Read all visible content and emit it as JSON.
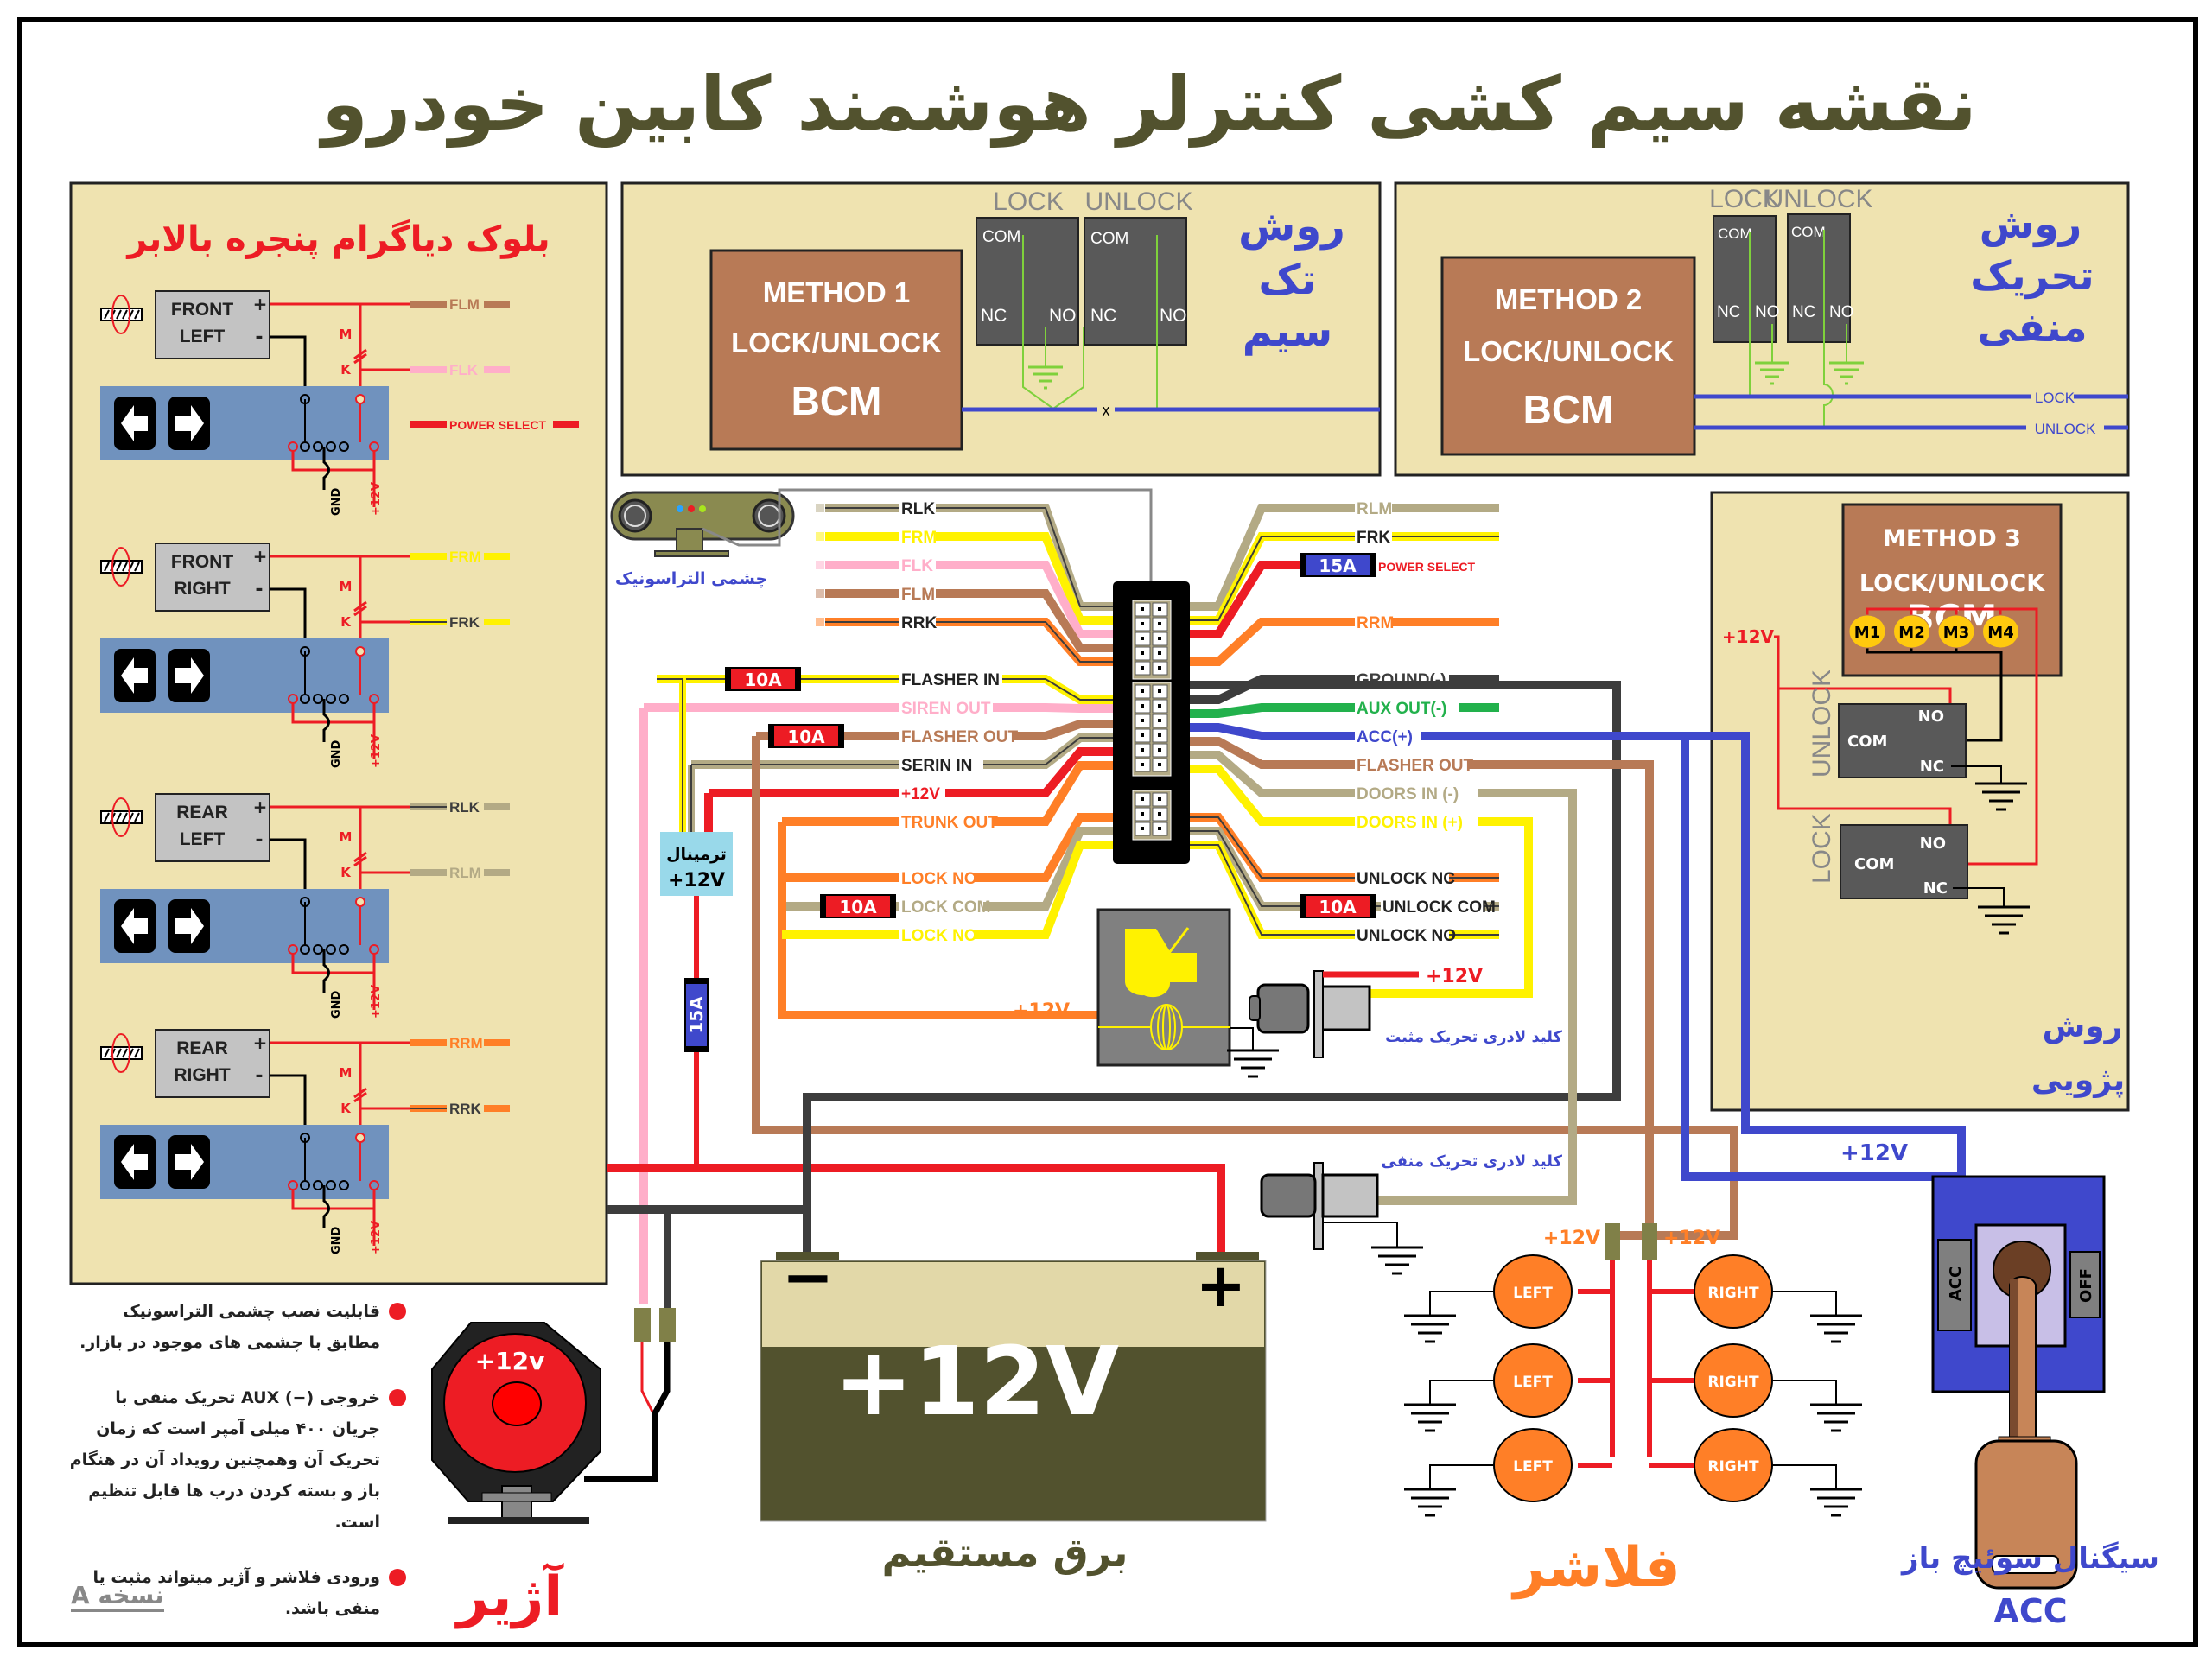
{
  "title": "نقشه سیم کشی کنترلر هوشمند کابین خودرو",
  "colors": {
    "panel_bg": "#efe3b0",
    "bcm_brown": "#b87a56",
    "relay_gray": "#595959",
    "blue_text": "#3f48cc",
    "red": "#ed1c24",
    "olive": "#52522e",
    "orange": "#ff7f27",
    "yellow": "#fff200",
    "pink": "#ffaec9",
    "tan": "#b3aa85",
    "green": "#22b14c",
    "wire_blue": "#3f48cc",
    "dark": "#3d3d3d"
  },
  "window_panel": {
    "title": "بلوک دیاگرام پنجره بالابر",
    "m_label": "M",
    "k_label": "K",
    "gnd_label": "GND",
    "v12_label": "+12V",
    "plus": "+",
    "minus": "-",
    "motors": [
      {
        "line1": "FRONT",
        "line2": "LEFT",
        "wire_a": "FLM",
        "wire_b": "FLK",
        "extra": "POWER SELECT"
      },
      {
        "line1": "FRONT",
        "line2": "RIGHT",
        "wire_a": "FRM",
        "wire_b": "FRK",
        "extra": ""
      },
      {
        "line1": "REAR",
        "line2": "LEFT",
        "wire_a": "RLK",
        "wire_b": "RLM",
        "extra": ""
      },
      {
        "line1": "REAR",
        "line2": "RIGHT",
        "wire_a": "RRM",
        "wire_b": "RRK",
        "extra": ""
      }
    ]
  },
  "method1": {
    "line1": "METHOD 1",
    "line2": "LOCK/UNLOCK",
    "line3": "BCM",
    "relay_lock": "LOCK",
    "relay_unlock": "UNLOCK",
    "com": "COM",
    "nc": "NC",
    "no": "NO",
    "cross": "x",
    "label_l1": "روش",
    "label_l2": "تک",
    "label_l3": "سیم"
  },
  "method2": {
    "line1": "METHOD 2",
    "line2": "LOCK/UNLOCK",
    "line3": "BCM",
    "relay_lock": "LOCK",
    "relay_unlock": "UNLOCK",
    "com": "COM",
    "nc": "NC",
    "no": "NO",
    "bus_lock": "LOCK",
    "bus_unlock": "UNLOCK",
    "label_l1": "روش",
    "label_l2": "تحریک",
    "label_l3": "منفی"
  },
  "method3": {
    "line1": "METHOD 3",
    "line2": "LOCK/UNLOCK",
    "line3": "BCM",
    "motors": [
      "M1",
      "M2",
      "M3",
      "M4"
    ],
    "v12": "+12V",
    "relay_unlock": "UNLOCK",
    "relay_lock": "LOCK",
    "com": "COM",
    "nc": "NC",
    "no": "NO",
    "label_l1": "روش",
    "label_l2": "پژویی"
  },
  "sensor": {
    "label": "چشمی التراسونیک"
  },
  "left_wires": [
    {
      "label": "RLK",
      "color": "#b3aa85",
      "stripe": "#3d3d3d"
    },
    {
      "label": "FRM",
      "color": "#fff200",
      "stripe": ""
    },
    {
      "label": "FLK",
      "color": "#ffaec9",
      "stripe": ""
    },
    {
      "label": "FLM",
      "color": "#b87a56",
      "stripe": ""
    },
    {
      "label": "RRK",
      "color": "#ff7f27",
      "stripe": "#3d3d3d"
    },
    {
      "label": "FLASHER IN",
      "color": "#fff200",
      "stripe": "#3d3d3d"
    },
    {
      "label": "SIREN OUT",
      "color": "#ffaec9",
      "stripe": ""
    },
    {
      "label": "FLASHER OUT",
      "color": "#b87a56",
      "stripe": ""
    },
    {
      "label": "SERIN IN",
      "color": "#b3aa85",
      "stripe": "#3d3d3d"
    },
    {
      "label": "+12V",
      "color": "#ed1c24",
      "stripe": ""
    },
    {
      "label": "TRUNK OUT",
      "color": "#ff7f27",
      "stripe": ""
    },
    {
      "label": "LOCK NC",
      "color": "#ff7f27",
      "stripe": ""
    },
    {
      "label": "LOCK COM",
      "color": "#b3aa85",
      "stripe": ""
    },
    {
      "label": "LOCK NO",
      "color": "#fff200",
      "stripe": ""
    }
  ],
  "right_wires": [
    {
      "label": "RLM",
      "color": "#b3aa85",
      "stripe": ""
    },
    {
      "label": "FRK",
      "color": "#fff200",
      "stripe": "#3d3d3d"
    },
    {
      "label": "POWER SELECT",
      "color": "#ed1c24",
      "stripe": ""
    },
    {
      "label": "RRM",
      "color": "#ff7f27",
      "stripe": ""
    },
    {
      "label": "GROUND(-)",
      "color": "#3d3d3d",
      "stripe": ""
    },
    {
      "label": "AUX OUT(-)",
      "color": "#22b14c",
      "stripe": ""
    },
    {
      "label": "ACC(+)",
      "color": "#3f48cc",
      "stripe": ""
    },
    {
      "label": "FLASHER OUT",
      "color": "#b87a56",
      "stripe": ""
    },
    {
      "label": "DOORS IN (-)",
      "color": "#b3aa85",
      "stripe": ""
    },
    {
      "label": "DOORS IN (+)",
      "color": "#fff200",
      "stripe": ""
    },
    {
      "label": "UNLOCK NC",
      "color": "#ff7f27",
      "stripe": "#3d3d3d"
    },
    {
      "label": "UNLOCK COM",
      "color": "#b3aa85",
      "stripe": "#3d3d3d"
    },
    {
      "label": "UNLOCK NO",
      "color": "#fff200",
      "stripe": "#3d3d3d"
    }
  ],
  "fuses": {
    "flasher_in": "10A",
    "flasher_out": "10A",
    "lock_com": "10A",
    "unlock_com": "10A",
    "power_select": "15A",
    "main": "15A"
  },
  "terminal": {
    "line1": "ترمینال",
    "line2": "+12V"
  },
  "trunk": {
    "v12": "+12V"
  },
  "door_switch_pos": {
    "label": "کلید لادری تحریک مثبت",
    "v12": "+12V"
  },
  "door_switch_neg": {
    "label": "کلید لادری تحریک منفی"
  },
  "battery": {
    "minus": "−",
    "plus": "+",
    "voltage": "+12V",
    "caption": "برق مستقیم"
  },
  "siren": {
    "voltage": "+12v",
    "caption": "آژیر"
  },
  "flasher": {
    "caption": "فلاشر",
    "v12_left": "+12V",
    "v12_right": "+12V",
    "left_lamps": [
      "LEFT",
      "LEFT",
      "LEFT"
    ],
    "right_lamps": [
      "RIGHT",
      "RIGHT",
      "RIGHT"
    ]
  },
  "acc": {
    "v12": "+12V",
    "acc": "ACC",
    "off": "OFF",
    "caption_l1": "سیگنال سوئیچ باز",
    "caption_l2": "ACC"
  },
  "notes": [
    "قابلیت نصب چشمی التراسونیک مطابق با چشمی های موجود در بازار.",
    "خروجی (−) AUX تحریک منفی با جریان ۴۰۰ میلی آمپر است که زمان تحریک آن وهمچنین رویداد آن در هنگام باز و بسته کردن درب ها قابل تنظیم است.",
    "ورودی فلاشر و آژیر میتواند مثبت یا منفی باشد."
  ],
  "version": "نسخه A"
}
